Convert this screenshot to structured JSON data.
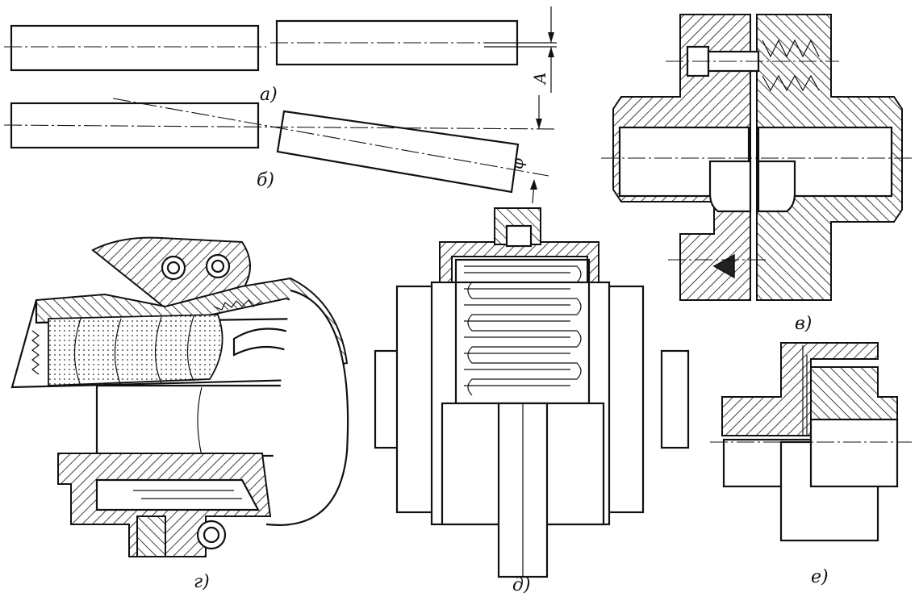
{
  "labels": {
    "a": "а)",
    "b": "б)",
    "v": "в)",
    "g": "г)",
    "d": "д)",
    "e": "е)"
  },
  "dimensions": {
    "offset": "A",
    "angle": "φ"
  }
}
